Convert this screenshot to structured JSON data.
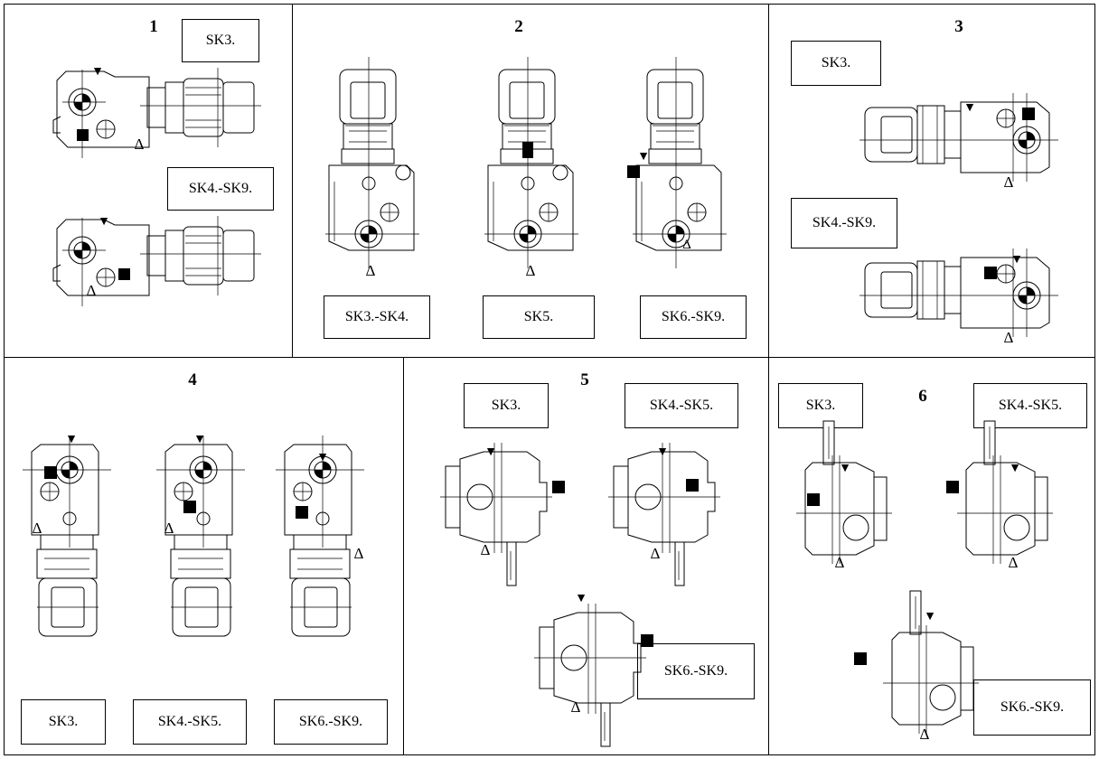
{
  "panels": [
    {
      "num": "1",
      "labels": [
        "SK3.",
        "SK4.-SK9."
      ]
    },
    {
      "num": "2",
      "labels": [
        "SK3.-SK4.",
        "SK5.",
        "SK6.-SK9."
      ]
    },
    {
      "num": "3",
      "labels": [
        "SK3.",
        "SK4.-SK9."
      ]
    },
    {
      "num": "4",
      "labels": [
        "SK3.",
        "SK4.-SK5.",
        "SK6.-SK9."
      ]
    },
    {
      "num": "5",
      "labels": [
        "SK3.",
        "SK4.-SK5.",
        "SK6.-SK9."
      ]
    },
    {
      "num": "6",
      "labels": [
        "SK3.",
        "SK4.-SK5.",
        "SK6.-SK9."
      ]
    }
  ],
  "symbols": {
    "vent": "▼",
    "level": "■",
    "drain": "Δ"
  }
}
